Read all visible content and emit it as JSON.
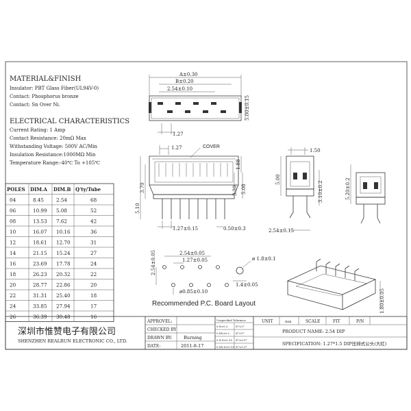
{
  "material": {
    "heading": "MATERIAL&FINISH",
    "lines": [
      "Insulator: PBT Glass Fiber(UL94V-0)",
      "Contact: Phosphorus bronze",
      "Contact: Sn Over Ni."
    ]
  },
  "electrical": {
    "heading": "ELECTRICAL CHARACTERISTICS",
    "lines": [
      "Current Rating: 1 Amp",
      "Contact Resistance: 20mΩ Max",
      "Withstanding Voltage: 500V AC/Min",
      "Insulation Resistance:1000MΩ Min",
      "Temperature Range:-40℃ To +105℃"
    ]
  },
  "poles_table": {
    "headers": [
      "POLES",
      "DIM.A",
      "DIM.B",
      "Q'ty/Tube"
    ],
    "rows": [
      [
        "04",
        "8.45",
        "2.54",
        "68"
      ],
      [
        "06",
        "10.99",
        "5.08",
        "52"
      ],
      [
        "08",
        "13.53",
        "7.62",
        "42"
      ],
      [
        "10",
        "16.07",
        "10.16",
        "36"
      ],
      [
        "12",
        "18.61",
        "12.70",
        "31"
      ],
      [
        "14",
        "21.15",
        "15.24",
        "27"
      ],
      [
        "16",
        "23.69",
        "17.78",
        "24"
      ],
      [
        "18",
        "26.23",
        "20.32",
        "22"
      ],
      [
        "20",
        "28.77",
        "22.86",
        "20"
      ],
      [
        "22",
        "31.31",
        "25.40",
        "18"
      ],
      [
        "24",
        "33.85",
        "27.94",
        "17"
      ],
      [
        "26",
        "36.39",
        "30.48",
        "16"
      ]
    ]
  },
  "top_view_dims": {
    "a": "A±0.30",
    "b": "B±0.20",
    "pitch": "2.54±0.10",
    "height": "5.00±0.15",
    "offset": "1.27"
  },
  "front_view_dims": {
    "pitch_top": "1.27",
    "cover": "COVER",
    "total_h": "5.10",
    "h1": "3.70",
    "h2": "1.88",
    "h3": "3.20",
    "h4": "5.08",
    "pitch_bottom": "1.27±0.15",
    "pin": "0.50±0.3"
  },
  "side_views": {
    "w": "1.50",
    "h": "5.00",
    "mid": "3.10±0.2",
    "right": "5.20±0.2",
    "base": "2.54±0.15"
  },
  "pcb": {
    "pitch": "2.54±0.05",
    "half_pitch": "1.27±0.05",
    "vert": "2.54±0.05",
    "hole": "ø 1.8±0.1",
    "pin_hole": "ø0.85±0.10",
    "edge": "1.4±0.05",
    "title": "Recommended P.C. Board Layout"
  },
  "iso_dim": "1.80±0.05",
  "title_block": {
    "company_cn": "深圳市惟赞电子有限公司",
    "company_en": "SHENZHEN REALRUN ELECTRONIC CO., LTD.",
    "approved_label": "APPROVEL:",
    "checked_label": "CHECKED BY",
    "drawn_label": "DRAWN BY:",
    "drawn_value": "Burning",
    "date_label": "DATE:",
    "date_value": "2011-8-17",
    "tol_head": "Unspecified Tolerance",
    "tol_rows": [
      [
        "0.X±0.3",
        "X°±2°"
      ],
      [
        "0.XX±0.2",
        "X°±1°"
      ],
      [
        "0.X.X±0.15",
        "X°±0.5°"
      ],
      [
        "0.XX.X±0.10",
        "X°±0.3°"
      ]
    ],
    "unit_label": "UNIT",
    "unit_value": "mm",
    "scale_label": "SCALE",
    "scale_value": "FIT",
    "pn_label": "P/N",
    "product_label": "PRODUCT NAME: 2.54 DIP",
    "spec_label": "SPECIFICATION: 1.27*1.5 DIP压排式公头(大红)"
  }
}
